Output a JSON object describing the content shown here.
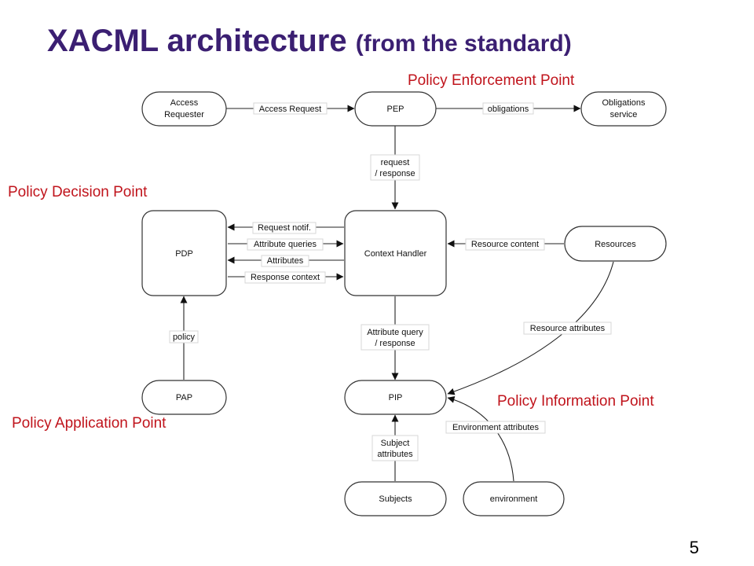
{
  "slide": {
    "title": "XACML architecture",
    "title_suffix": "(from the standard)",
    "page_number": "5"
  },
  "callouts": {
    "pep": "Policy Enforcement Point",
    "pdp": "Policy Decision Point",
    "pap": "Policy Application Point",
    "pip": "Policy Information Point"
  },
  "nodes": {
    "access_requester": [
      "Access",
      "Requester"
    ],
    "pep": "PEP",
    "obligations_service": [
      "Obligations",
      "service"
    ],
    "pdp": "PDP",
    "context_handler": "Context Handler",
    "resources": "Resources",
    "pap": "PAP",
    "pip": "PIP",
    "subjects": "Subjects",
    "environment": "environment"
  },
  "edges": {
    "access_request": "Access Request",
    "obligations": "obligations",
    "request_response": [
      "request",
      "/ response"
    ],
    "request_notif": "Request notif.",
    "attribute_queries": "Attribute queries",
    "attributes": "Attributes",
    "response_context": "Response context",
    "resource_content": "Resource content",
    "policy": "policy",
    "attribute_query_response": [
      "Attribute query",
      "/ response"
    ],
    "resource_attributes": "Resource attributes",
    "subject_attributes": [
      "Subject",
      "attributes"
    ],
    "environment_attributes": "Environment attributes"
  }
}
